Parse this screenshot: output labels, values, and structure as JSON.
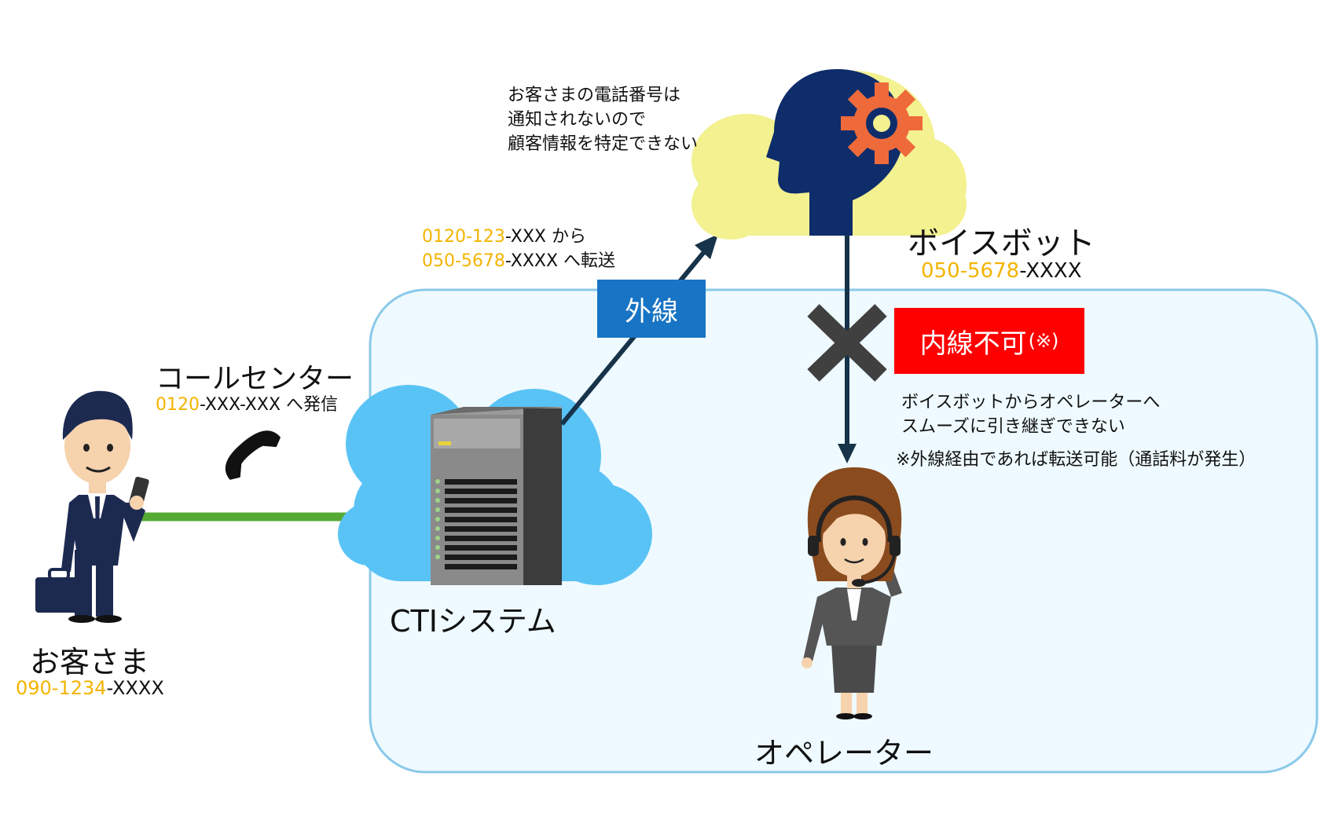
{
  "customer": {
    "label": "お客さま",
    "phone_prefix": "090-1234",
    "phone_suffix": "-XXXX"
  },
  "call_center": {
    "label": "コールセンター",
    "number_prefix": "0120",
    "number_suffix": "-XXX-XXX へ発信"
  },
  "cti": {
    "label": "CTIシステム"
  },
  "transfer": {
    "line1_prefix": "0120-123",
    "line1_suffix": "-XXX から",
    "line2_prefix": "050-5678",
    "line2_suffix": "-XXXX へ転送",
    "outside_line_label": "外線"
  },
  "voicebot": {
    "label": "ボイスボット",
    "phone_prefix": "050-5678",
    "phone_suffix": "-XXXX",
    "note_lines": [
      "お客さまの電話番号は",
      "通知されないので",
      "顧客情報を特定できない"
    ]
  },
  "internal": {
    "label": "内線不可",
    "mark": "(※)",
    "note_lines": [
      "ボイスボットからオペレーターへ",
      "スムーズに引き継ぎできない"
    ],
    "footnote": "※外線経由であれば転送可能（通話料が発生）"
  },
  "operator": {
    "label": "オペレーター"
  },
  "colors": {
    "accent_orange": "#f4b400",
    "outside_line_blue": "#1874c4",
    "internal_red": "#ff0000",
    "connection_green": "#55aa33",
    "arrow_navy": "#163349",
    "region_fill": "#eefaff",
    "region_stroke": "#8bc9e9"
  }
}
